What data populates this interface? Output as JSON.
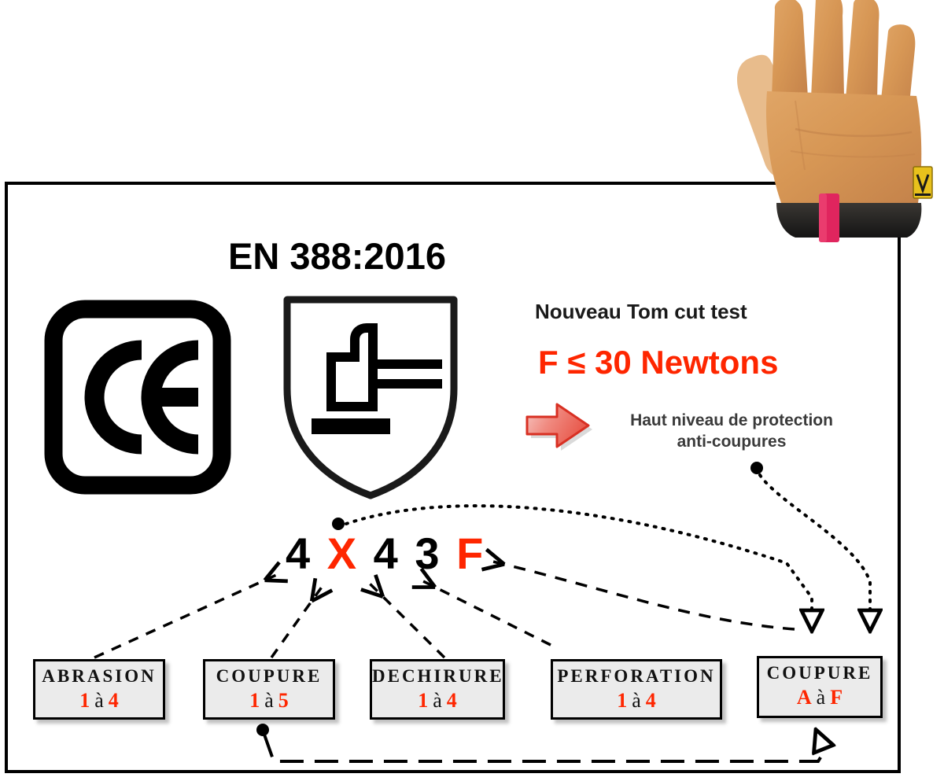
{
  "standard": {
    "title": "EN 388:2016"
  },
  "pictograms": {
    "ce_mark_name": "CE",
    "shield_name": "mechanical-hazard-shield"
  },
  "callout": {
    "heading": "Nouveau Tom cut test",
    "value": "F ≤ 30 Newtons",
    "note_line1": "Haut niveau de protection",
    "note_line2": "anti-coupures",
    "arrow_name": "right-arrow"
  },
  "code": {
    "full": "4 X 4 3 F",
    "chars": [
      {
        "text": "4",
        "color": "black"
      },
      {
        "text": "X",
        "color": "red"
      },
      {
        "text": "4",
        "color": "black"
      },
      {
        "text": "3",
        "color": "black"
      },
      {
        "text": "F",
        "color": "red"
      }
    ]
  },
  "performance_boxes": [
    {
      "title": "ABRASION",
      "from": "1",
      "sep": "à",
      "to": "4"
    },
    {
      "title": "COUPURE",
      "from": "1",
      "sep": "à",
      "to": "5"
    },
    {
      "title": "DECHIRURE",
      "from": "1",
      "sep": "à",
      "to": "4"
    },
    {
      "title": "PERFORATION",
      "from": "1",
      "sep": "à",
      "to": "4"
    },
    {
      "title": "COUPURE",
      "from": "A",
      "sep": "à",
      "to": "F"
    }
  ],
  "colors": {
    "red": "#fe2600",
    "text_dark": "#1a1a1a",
    "note_gray": "#3a3a3a",
    "box_fill": "#ebebeb",
    "frame": "#000000",
    "glove_leather": "#d79755",
    "glove_tag": "#e8c11c",
    "glove_strap": "#e0255e"
  },
  "glove": {
    "name": "leather-work-glove"
  }
}
